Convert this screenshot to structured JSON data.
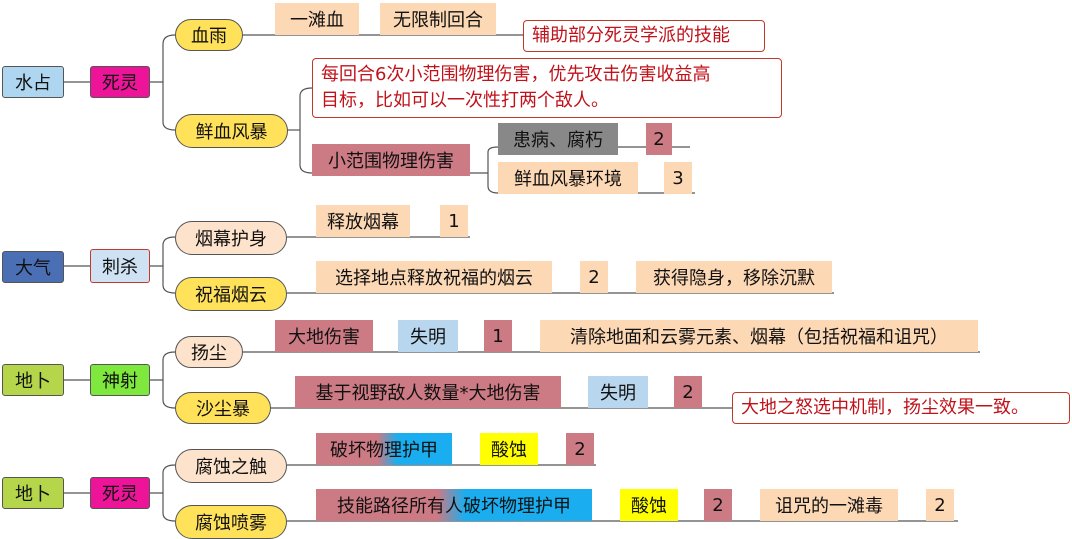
{
  "groups": [
    {
      "root": "水占",
      "root_color": "#aed6f1",
      "category": "死灵",
      "category_color": "#ee149a",
      "skills": [
        {
          "name": "血雨",
          "tags": [
            "一滩血",
            "无限制回合"
          ],
          "note": "辅助部分死灵学派的技能"
        },
        {
          "name": "鲜血风暴",
          "note_lines": [
            "每回合6次小范围物理伤害，优先攻击伤害收益高",
            "目标，比如可以一次性打两个敌人。"
          ],
          "sub": "小范围物理伤害",
          "children": [
            {
              "label": "患病、腐朽",
              "num": "2"
            },
            {
              "label": "鲜血风暴环境",
              "num": "3"
            }
          ]
        }
      ]
    },
    {
      "root": "大气",
      "root_color": "#4a6fb5",
      "category": "刺杀",
      "category_color": "#cfe2f3",
      "skills": [
        {
          "name": "烟幕护身",
          "tags": [
            "释放烟幕",
            "1"
          ]
        },
        {
          "name": "祝福烟云",
          "tags": [
            "选择地点释放祝福的烟云",
            "2",
            "获得隐身，移除沉默"
          ]
        }
      ]
    },
    {
      "root": "地卜",
      "root_color": "#b5d64a",
      "category": "神射",
      "category_color": "#7ee83c",
      "skills": [
        {
          "name": "扬尘",
          "tags": [
            "大地伤害",
            "失明",
            "1",
            "清除地面和云雾元素、烟幕（包括祝福和诅咒）"
          ]
        },
        {
          "name": "沙尘暴",
          "tags": [
            "基于视野敌人数量*大地伤害",
            "失明",
            "2"
          ],
          "note": "大地之怒选中机制，扬尘效果一致。"
        }
      ]
    },
    {
      "root": "地卜",
      "root_color": "#b5d64a",
      "category": "死灵",
      "category_color": "#ee149a",
      "skills": [
        {
          "name": "腐蚀之触",
          "tags": [
            "破坏物理护甲",
            "酸蚀",
            "2"
          ]
        },
        {
          "name": "腐蚀喷雾",
          "tags": [
            "技能路径所有人破坏物理护甲",
            "酸蚀",
            "2",
            "诅咒的一滩毒",
            "2"
          ]
        }
      ]
    }
  ]
}
